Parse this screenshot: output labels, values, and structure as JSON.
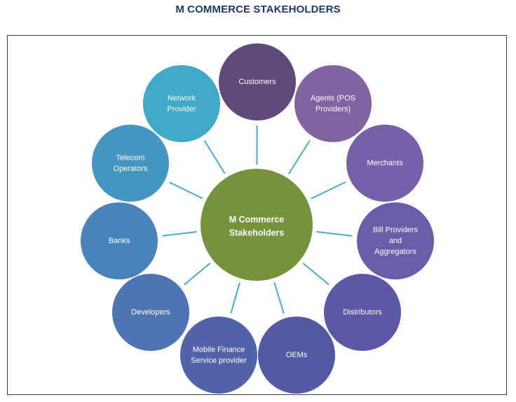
{
  "title": "M COMMERCE STAKEHOLDERS",
  "center": {
    "lines": [
      "M Commerce",
      "Stakeholders"
    ],
    "color": "#76923c"
  },
  "connector_color": "#4bacc6",
  "nodes": [
    {
      "id": "customers",
      "lines": [
        "Customers"
      ],
      "color": "#5f497a"
    },
    {
      "id": "agents",
      "lines": [
        "Agents (POS",
        "Providers)"
      ],
      "color": "#8064a2"
    },
    {
      "id": "merchants",
      "lines": [
        "Merchants"
      ],
      "color": "#7461a8"
    },
    {
      "id": "bill-providers",
      "lines": [
        "Bill Providers",
        "and",
        "Aggregators"
      ],
      "color": "#6b5ca9"
    },
    {
      "id": "distributors",
      "lines": [
        "Distributors"
      ],
      "color": "#5d57a8"
    },
    {
      "id": "oems",
      "lines": [
        "OEMs"
      ],
      "color": "#5459a6"
    },
    {
      "id": "mobile-finance",
      "lines": [
        "Mobile Finance",
        "Service provider"
      ],
      "color": "#5263ab"
    },
    {
      "id": "developers",
      "lines": [
        "Developers"
      ],
      "color": "#4f74b2"
    },
    {
      "id": "banks",
      "lines": [
        "Banks"
      ],
      "color": "#4883bc"
    },
    {
      "id": "telecom",
      "lines": [
        "Telecom",
        "Operators"
      ],
      "color": "#4496c1"
    },
    {
      "id": "network-provider",
      "lines": [
        "Network",
        "Provider"
      ],
      "color": "#40a9c8"
    }
  ]
}
